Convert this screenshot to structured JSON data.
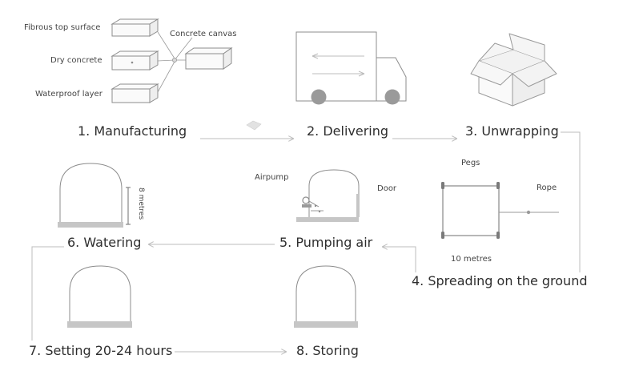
{
  "steps": {
    "s1": "1. Manufacturing",
    "s2": "2. Delivering",
    "s3": "3. Unwrapping",
    "s4": "4. Spreading on the ground",
    "s5": "5. Pumping air",
    "s6": "6. Watering",
    "s7": "7. Setting 20-24 hours",
    "s8": "8. Storing"
  },
  "layers": {
    "fibrous": "Fibrous top surface",
    "dry": "Dry concrete",
    "waterproof": "Waterproof layer",
    "canvas": "Concrete canvas"
  },
  "annotations": {
    "height": "8 metres",
    "airpump": "Airpump",
    "door": "Door",
    "pegs": "Pegs",
    "rope": "Rope",
    "width": "10 metres"
  },
  "colors": {
    "outline": "#8c8c8c",
    "arrow": "#bcbcbc",
    "ground": "#c6c6c6",
    "wheel": "#9a9a9a",
    "text": "#2e2e2e"
  }
}
